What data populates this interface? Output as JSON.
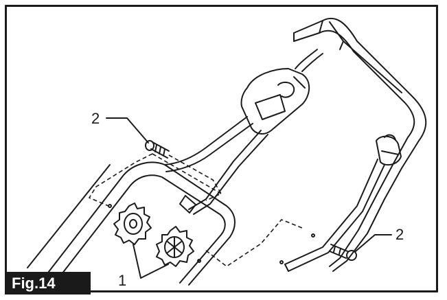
{
  "figure": {
    "label": "Fig.14",
    "callouts": {
      "bolt_left": "2",
      "bolt_right": "2",
      "knobs": "1"
    }
  },
  "colors": {
    "ink": "#1a1a1a",
    "paper": "#ffffff"
  },
  "icons": [
    "handle-assembly",
    "cable",
    "switch-box",
    "bolt",
    "star-knob"
  ]
}
